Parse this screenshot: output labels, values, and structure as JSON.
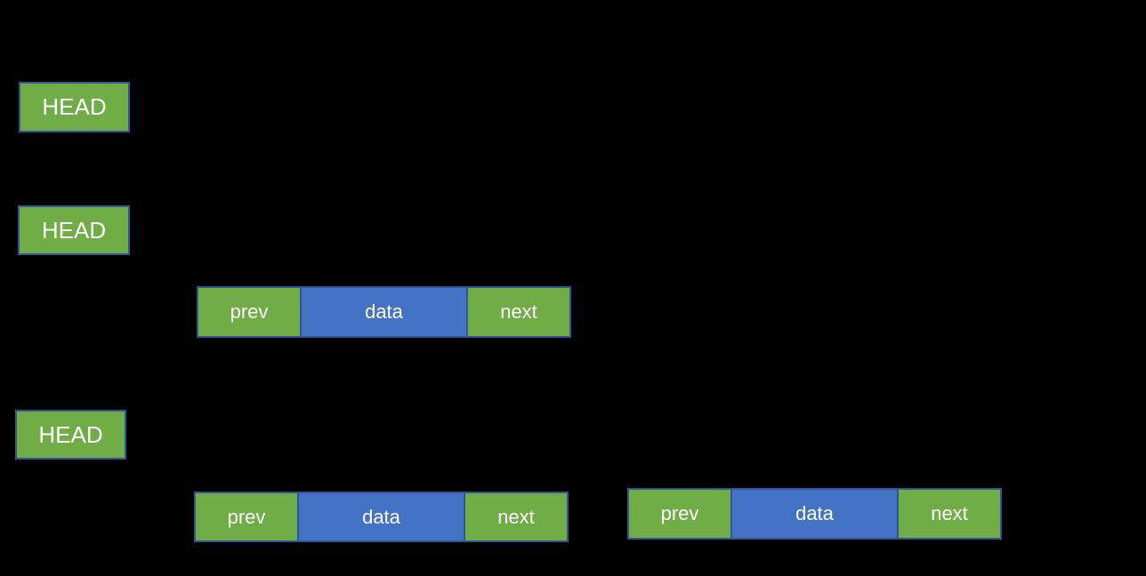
{
  "colors": {
    "background": "#000000",
    "green": "#70AD47",
    "blue": "#4472C4",
    "border": "#2E5596",
    "text": "#FFFFFF"
  },
  "diagram": {
    "heads": [
      {
        "label": "HEAD"
      },
      {
        "label": "HEAD"
      },
      {
        "label": "HEAD"
      }
    ],
    "nodes": [
      {
        "cells": [
          {
            "label": "prev"
          },
          {
            "label": "data"
          },
          {
            "label": "next"
          }
        ]
      },
      {
        "cells": [
          {
            "label": "prev"
          },
          {
            "label": "data"
          },
          {
            "label": "next"
          }
        ]
      },
      {
        "cells": [
          {
            "label": "prev"
          },
          {
            "label": "data"
          },
          {
            "label": "next"
          }
        ]
      }
    ]
  }
}
